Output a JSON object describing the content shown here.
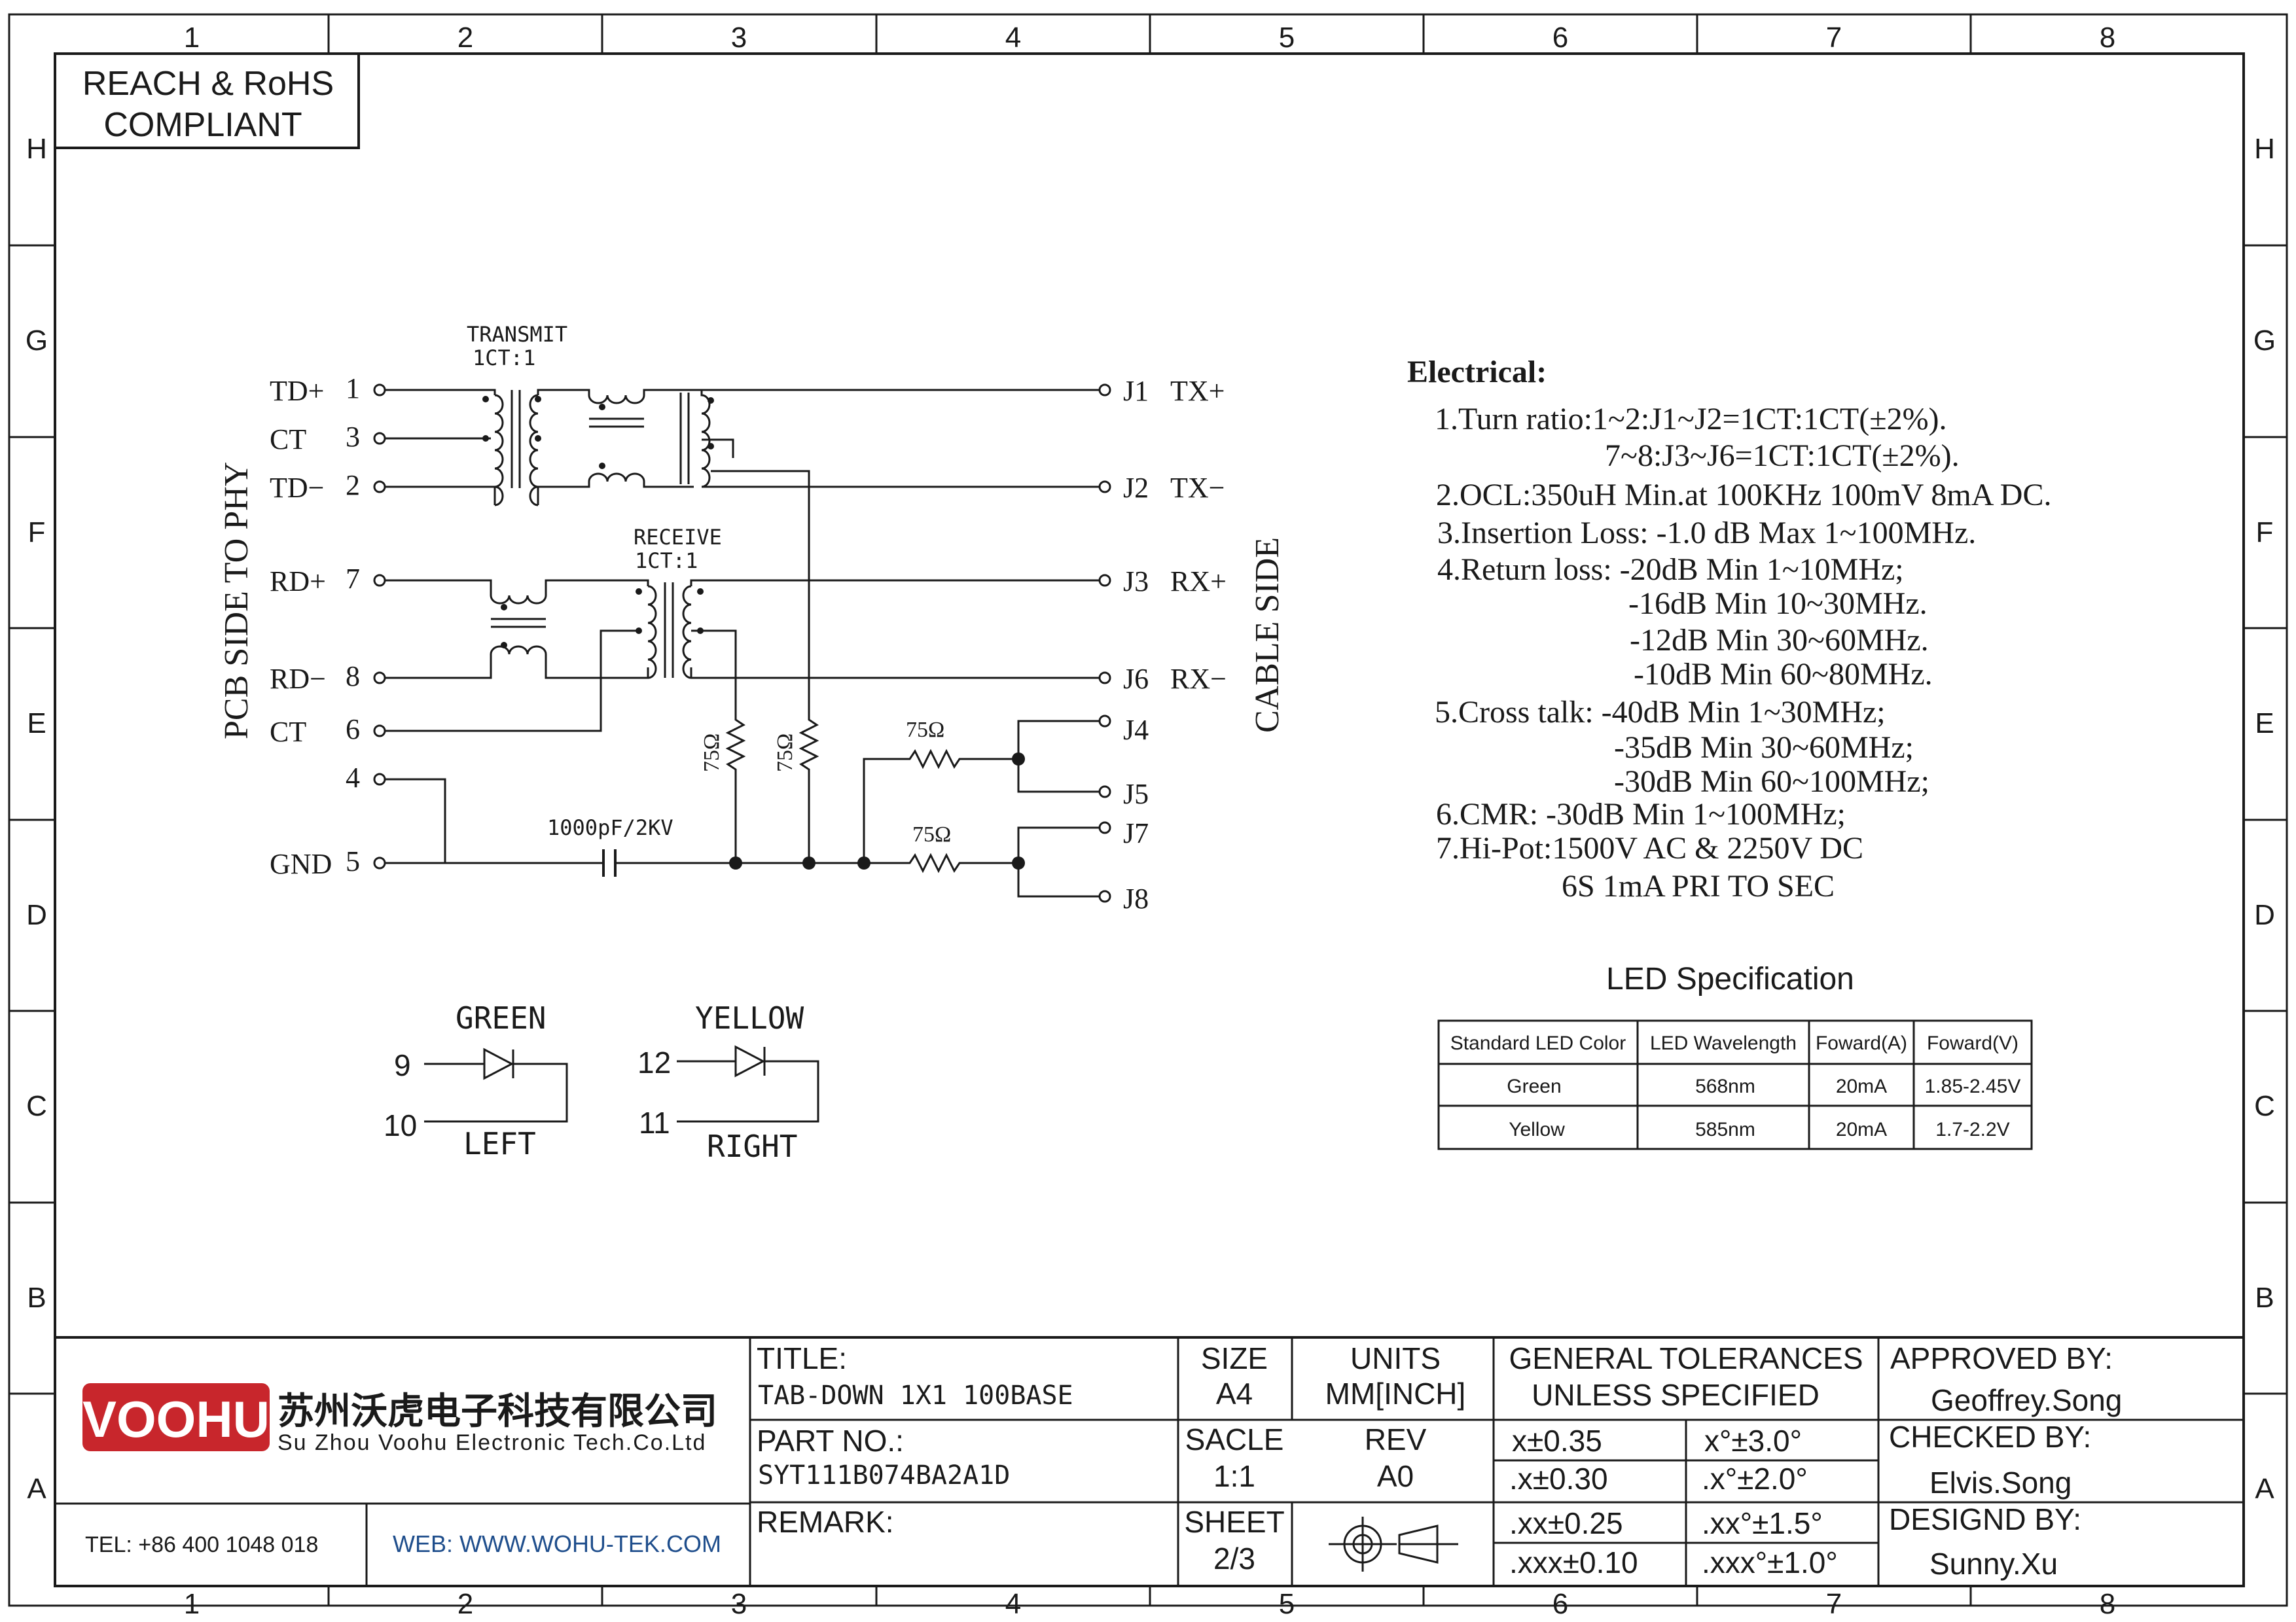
{
  "frame": {
    "columns": [
      "1",
      "2",
      "3",
      "4",
      "5",
      "6",
      "7",
      "8"
    ],
    "rows": [
      "H",
      "G",
      "F",
      "E",
      "D",
      "C",
      "B",
      "A"
    ]
  },
  "compliance": {
    "line1": "REACH & RoHS",
    "line2": "COMPLIANT"
  },
  "schematic": {
    "transmit_label": "TRANSMIT",
    "transmit_ratio": "1CT:1",
    "receive_label": "RECEIVE",
    "receive_ratio": "1CT:1",
    "pcb_side": "PCB SIDE TO PHY",
    "cable_side": "CABLE SIDE",
    "left_pins": [
      {
        "name": "TD+",
        "num": "1"
      },
      {
        "name": "CT",
        "num": "3"
      },
      {
        "name": "TD−",
        "num": "2"
      },
      {
        "name": "RD+",
        "num": "7"
      },
      {
        "name": "RD−",
        "num": "8"
      },
      {
        "name": "CT",
        "num": "6"
      },
      {
        "name": "",
        "num": "4"
      },
      {
        "name": "GND",
        "num": "5"
      }
    ],
    "right_pins": [
      {
        "id": "J1",
        "name": "TX+"
      },
      {
        "id": "J2",
        "name": "TX−"
      },
      {
        "id": "J3",
        "name": "RX+"
      },
      {
        "id": "J6",
        "name": "RX−"
      },
      {
        "id": "J4",
        "name": ""
      },
      {
        "id": "J5",
        "name": ""
      },
      {
        "id": "J7",
        "name": ""
      },
      {
        "id": "J8",
        "name": ""
      }
    ],
    "resistor_label": "75Ω",
    "capacitor_label": "1000pF/2KV"
  },
  "leds": {
    "left": {
      "color": "GREEN",
      "pin_a": "9",
      "pin_b": "10",
      "side": "LEFT"
    },
    "right": {
      "color": "YELLOW",
      "pin_a": "12",
      "pin_b": "11",
      "side": "RIGHT"
    }
  },
  "electrical": {
    "heading": "Electrical:",
    "lines": [
      "1.Turn ratio:1~2:J1~J2=1CT:1CT(±2%).",
      "7~8:J3~J6=1CT:1CT(±2%).",
      "2.OCL:350uH Min.at 100KHz 100mV 8mA DC.",
      "3.Insertion Loss: -1.0 dB Max 1~100MHz.",
      "4.Return loss: -20dB Min 1~10MHz;",
      "-16dB Min 10~30MHz.",
      "-12dB Min 30~60MHz.",
      "-10dB Min 60~80MHz.",
      "5.Cross talk: -40dB Min 1~30MHz;",
      "-35dB Min 30~60MHz;",
      "-30dB Min 60~100MHz;",
      "6.CMR: -30dB Min 1~100MHz;",
      "7.Hi-Pot:1500V AC & 2250V DC",
      "6S 1mA PRI TO SEC"
    ]
  },
  "led_spec": {
    "title": "LED Specification",
    "headers": [
      "Standard LED Color",
      "LED Wavelength",
      "Foward(A)",
      "Foward(V)"
    ],
    "rows": [
      [
        "Green",
        "568nm",
        "20mA",
        "1.85-2.45V"
      ],
      [
        "Yellow",
        "585nm",
        "20mA",
        "1.7-2.2V"
      ]
    ]
  },
  "title_block": {
    "logo_text": "VOOHU",
    "company_cn": "苏州沃虎电子科技有限公司",
    "company_en": "Su Zhou Voohu Electronic Tech.Co.Ltd",
    "tel": "TEL: +86 400 1048 018",
    "web": "WEB: WWW.WOHU-TEK.COM",
    "title_label": "TITLE:",
    "title_value": "TAB-DOWN 1X1 100BASE",
    "partno_label": "PART NO.:",
    "partno_value": "SYT111B074BA2A1D",
    "remark_label": "REMARK:",
    "size_label": "SIZE",
    "size_value": "A4",
    "units_label": "UNITS",
    "units_value": "MM[INCH]",
    "scale_label": "SACLE",
    "scale_value": "1:1",
    "rev_label": "REV",
    "rev_value": "A0",
    "sheet_label": "SHEET",
    "sheet_value": "2/3",
    "tol_line1": "GENERAL TOLERANCES",
    "tol_line2": "UNLESS SPECIFIED",
    "tolerances": [
      [
        "x±0.35",
        "x°±3.0°"
      ],
      [
        ".x±0.30",
        ".x°±2.0°"
      ],
      [
        ".xx±0.25",
        ".xx°±1.5°"
      ],
      [
        ".xxx±0.10",
        ".xxx°±1.0°"
      ]
    ],
    "approved_label": "APPROVED BY:",
    "approved_value": "Geoffrey.Song",
    "checked_label": "CHECKED BY:",
    "checked_value": "Elvis.Song",
    "design_label": "DESIGND BY:",
    "design_value": "Sunny.Xu"
  },
  "colors": {
    "logo_red": "#c8262c",
    "web_blue": "#1f4e8c",
    "ink": "#1a1a1a"
  }
}
